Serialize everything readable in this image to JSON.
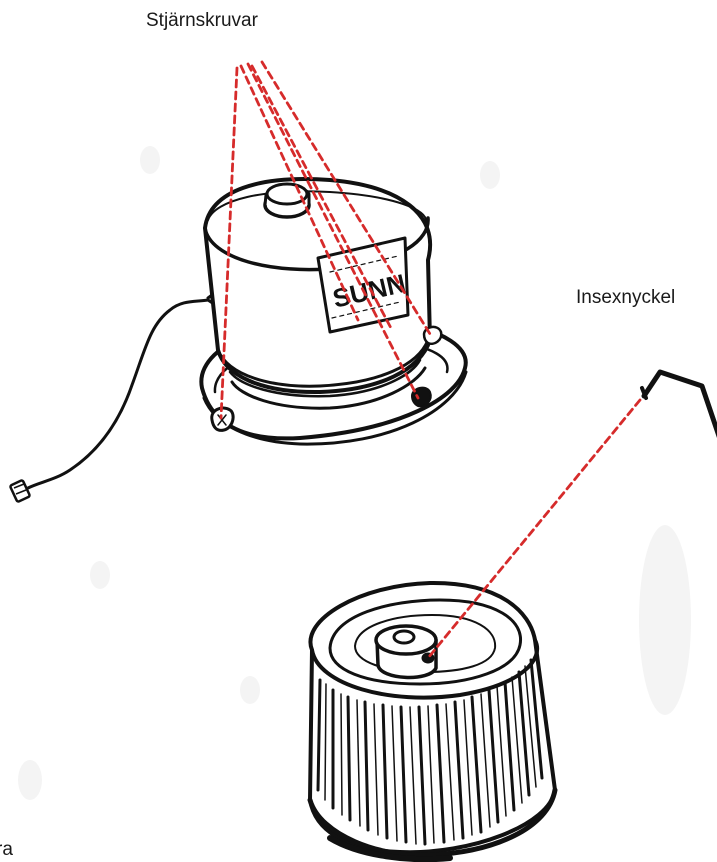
{
  "labels": {
    "screws": "Stjärnskruvar",
    "hex_key": "Insexnyckel",
    "partial_bottom_left": "ra"
  },
  "colors": {
    "leader_line": "#d62b2b",
    "ink": "#111111",
    "background": "#ffffff"
  },
  "parts": {
    "motor": "motor-housing",
    "motor_badge_text": "SUNN",
    "fan": "fan-wheel",
    "allen_key": "hex-key-tool",
    "cable": "motor-cable"
  }
}
